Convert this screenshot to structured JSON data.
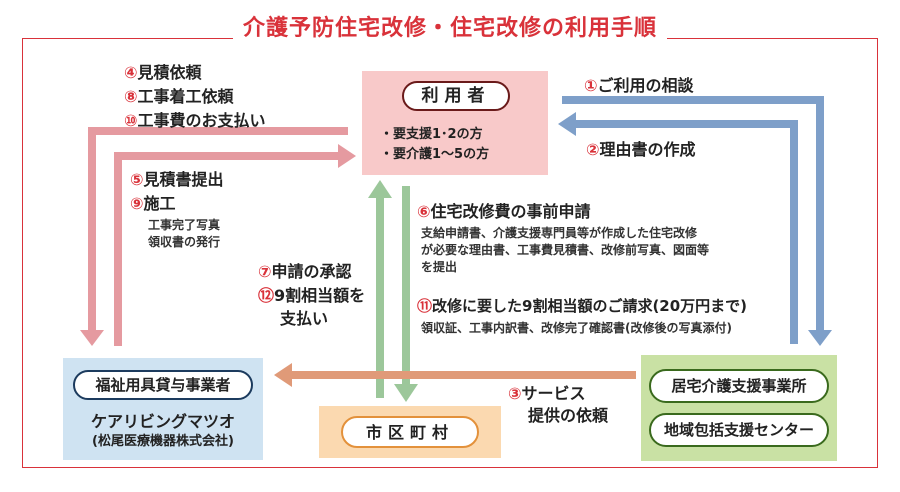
{
  "title": "介護予防住宅改修・住宅改修の利用手順",
  "nodes": {
    "user": {
      "label": "利用者",
      "conditions": [
        "・要支援1･2の方",
        "・要介護1～5の方"
      ]
    },
    "vendor": {
      "label": "福祉用具貸与事業者",
      "name": "ケアリビングマツオ",
      "company": "(松尾医療機器株式会社)"
    },
    "city": {
      "label": "市区町村"
    },
    "care": {
      "label1": "居宅介護支援事業所",
      "label2": "地域包括支援センター"
    }
  },
  "steps": {
    "s1": {
      "num": "①",
      "text": "ご利用の相談"
    },
    "s2": {
      "num": "②",
      "text": "理由書の作成"
    },
    "s3": {
      "num": "③",
      "text": "サービス",
      "text2": "提供の依頼"
    },
    "s4": {
      "num": "④",
      "text": "見積依頼"
    },
    "s8": {
      "num": "⑧",
      "text": "工事着工依頼"
    },
    "s10": {
      "num": "⑩",
      "text": "工事費のお支払い"
    },
    "s5": {
      "num": "⑤",
      "text": "見積書提出"
    },
    "s9": {
      "num": "⑨",
      "text": "施工",
      "detail1": "工事完了写真",
      "detail2": "領収書の発行"
    },
    "s6": {
      "num": "⑥",
      "text": "住宅改修費の事前申請",
      "detail1": "支給申請書、介護支援専門員等が作成した住宅改修",
      "detail2": "が必要な理由書、工事費見積書、改修前写真、図面等",
      "detail3": "を提出"
    },
    "s7": {
      "num": "⑦",
      "text": "申請の承認"
    },
    "s12": {
      "num": "⑫",
      "text": "9割相当額を",
      "text2": "支払い"
    },
    "s11": {
      "num": "⑪",
      "text": "改修に要した9割相当額のご請求(20万円まで)",
      "detail1": "領収証、工事内訳書、改修完了確認書(改修後の写真添付)"
    }
  },
  "colors": {
    "accent": "#d9323a",
    "pink_arrow": "#e59aa0",
    "blue_arrow": "#7e9fc9",
    "green_arrow": "#9cc79a",
    "orange_arrow": "#e09a78"
  }
}
